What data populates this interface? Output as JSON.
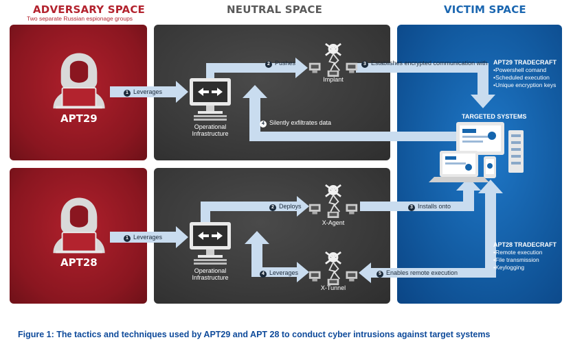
{
  "headers": {
    "adversary": "ADVERSARY SPACE",
    "adversary_sub": "Two separate Russian espionage groups",
    "neutral": "NEUTRAL SPACE",
    "victim": "VICTIM SPACE"
  },
  "apt29": {
    "name": "APT29",
    "infra": "Operational\nInfrastructure",
    "implant": "Implant",
    "steps": {
      "s1": "Leverages",
      "s2": "Pushes",
      "s3": "Establishes encrypted communication with",
      "s4": "Silently exfiltrates data"
    },
    "tradecraft_title": "APT29 TRADECRAFT",
    "tradecraft": [
      "Powershell comand",
      "Scheduled execution",
      "Unique encryption keys"
    ]
  },
  "apt28": {
    "name": "APT28",
    "infra": "Operational\nInfrastructure",
    "xagent": "X-Agent",
    "xtunnel": "X-Tunnel",
    "steps": {
      "s1": "Leverages",
      "s2": "Deploys",
      "s3": "Installs onto",
      "s4": "Leverages",
      "s5": "Enables remote execution"
    },
    "tradecraft_title": "APT28 TRADECRAFT",
    "tradecraft": [
      "Remote execution",
      "File transmission",
      "Keylogging"
    ]
  },
  "targeted_systems": "TARGETED SYSTEMS",
  "caption": "Figure 1: The tactics and techniques used by APT29 and APT 28 to conduct cyber intrusions against target systems",
  "colors": {
    "adversary": "#9c1b26",
    "neutral": "#3c3c3c",
    "victim": "#1565ad",
    "arrow": "#c9dcef",
    "caption": "#0e4a9a"
  }
}
